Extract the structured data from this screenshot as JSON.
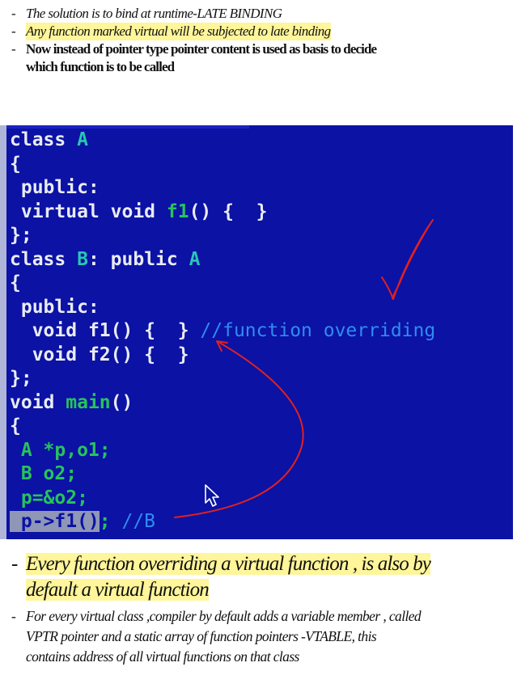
{
  "top_bullets": [
    {
      "dash": "-",
      "text": "The solution is to bind at runtime-LATE BINDING"
    },
    {
      "dash": "-",
      "text": "Any function marked virtual will be subjected to late binding"
    },
    {
      "dash": "-",
      "text": "Now instead of pointer type pointer content is used as basis to decide",
      "text2": "which function is to be called"
    }
  ],
  "code": {
    "l1_kw": "class ",
    "l1_cls": "A",
    "l2": "{",
    "l3": " public:",
    "l4_kw": " virtual void ",
    "l4_fn": "f1",
    "l4_rest": "() {  }",
    "l5": "};",
    "l6_kw": "class ",
    "l6_cls": "B",
    "l6_mid": ": public ",
    "l6_cls2": "A",
    "l7": "{",
    "l8": " public:",
    "l9_kw": "  void ",
    "l9_fn": "f1",
    "l9_rest": "() {  } ",
    "l9_cm": "//function overriding",
    "l10_kw": "  void ",
    "l10_fn": "f2",
    "l10_rest": "() {  }",
    "l11": "};",
    "l12_kw": "void ",
    "l12_fn": "main",
    "l12_rest": "()",
    "l13": "{",
    "l14": " A *p,o1;",
    "l15": " B o2;",
    "l16": " p=&o2;",
    "l17_sel": " p->f1()",
    "l17_rest": "; ",
    "l17_cm": "//B"
  },
  "bottom_bullets": [
    {
      "dash": "-",
      "text": "Every function overriding a virtual function , is also by",
      "text2": "default a virtual function"
    },
    {
      "dash": "-",
      "text": "For every virtual class ,compiler by default adds a variable member , called",
      "text2": "VPTR pointer and a static array of function pointers -VTABLE, this",
      "text3": "contains address of all virtual functions on that class"
    }
  ],
  "colors": {
    "code_background": "#0b12a4",
    "highlight": "#fff59a",
    "annotation": "#e02020"
  },
  "icons": [
    "mouse-pointer-icon",
    "checkmark-annotation",
    "arrow-annotation"
  ]
}
